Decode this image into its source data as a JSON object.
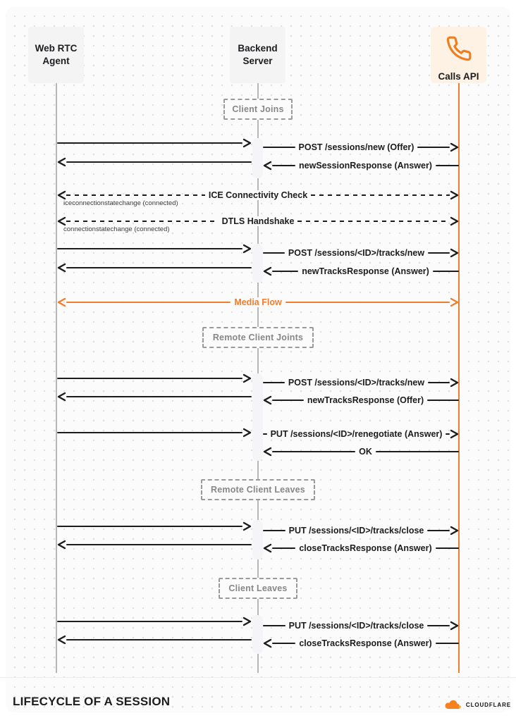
{
  "diagram": {
    "title": "LIFECYCLE OF A SESSION",
    "brand": {
      "name": "CLOUDFLARE"
    },
    "colors": {
      "accent_orange": "#ee7d2e",
      "arrow_dark": "#1c1c1c",
      "lifeline_gray": "#b7b7b7",
      "actor_bg": "#f4f4f5",
      "calls_api_bg": "#fdf2e3",
      "phase_text": "#878787",
      "logo_orange": "#f6821f",
      "logo_light_orange": "#fbad41"
    },
    "actors": [
      {
        "id": "webrtc-agent",
        "line1": "Web RTC",
        "line2": "Agent"
      },
      {
        "id": "backend-server",
        "line1": "Backend",
        "line2": "Server"
      },
      {
        "id": "calls-api",
        "line1": "Calls API",
        "icon": "phone-icon"
      }
    ],
    "events": [
      {
        "kind": "phase",
        "label": "Client Joins"
      },
      {
        "kind": "message",
        "from": "Web RTC Agent",
        "to": "Calls API",
        "label": "POST /sessions/new (Offer)"
      },
      {
        "kind": "message",
        "from": "Calls API",
        "to": "Web RTC Agent",
        "label": "newSessionResponse (Answer)"
      },
      {
        "kind": "dashed-handshake",
        "label": "ICE Connectivity Check",
        "sub": "iceconnectionstatechange (connected)"
      },
      {
        "kind": "dashed-handshake",
        "label": "DTLS Handshake",
        "sub": "connectionstatechange (connected)"
      },
      {
        "kind": "message",
        "from": "Web RTC Agent",
        "to": "Calls API",
        "label": "POST /sessions/<ID>/tracks/new"
      },
      {
        "kind": "message",
        "from": "Calls API",
        "to": "Web RTC Agent",
        "label": "newTracksResponse (Answer)"
      },
      {
        "kind": "media-flow",
        "label": "Media Flow"
      },
      {
        "kind": "phase",
        "label": "Remote Client Joints"
      },
      {
        "kind": "message",
        "from": "Web RTC Agent",
        "to": "Calls API",
        "label": "POST /sessions/<ID>/tracks/new"
      },
      {
        "kind": "message",
        "from": "Calls API",
        "to": "Web RTC Agent",
        "label": "newTracksResponse (Offer)"
      },
      {
        "kind": "message",
        "from": "Web RTC Agent",
        "to": "Calls API",
        "label": "PUT /sessions/<ID>/renegotiate (Answer)"
      },
      {
        "kind": "message",
        "from": "Calls API",
        "to": "Backend Server",
        "label": "OK"
      },
      {
        "kind": "phase",
        "label": "Remote Client Leaves"
      },
      {
        "kind": "message",
        "from": "Web RTC Agent",
        "to": "Calls API",
        "label": "PUT /sessions/<ID>/tracks/close"
      },
      {
        "kind": "message",
        "from": "Calls API",
        "to": "Web RTC Agent",
        "label": "closeTracksResponse (Answer)"
      },
      {
        "kind": "phase",
        "label": "Client Leaves"
      },
      {
        "kind": "message",
        "from": "Web RTC Agent",
        "to": "Calls API",
        "label": "PUT /sessions/<ID>/tracks/close"
      },
      {
        "kind": "message",
        "from": "Calls API",
        "to": "Web RTC Agent",
        "label": "closeTracksResponse (Answer)"
      }
    ]
  }
}
